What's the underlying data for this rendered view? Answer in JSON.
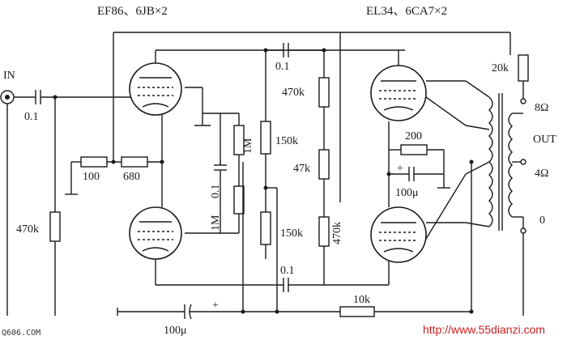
{
  "headers": {
    "left_tubes": "EF86、6JB×2",
    "right_tubes": "EL34、6CA7×2"
  },
  "labels": {
    "in": "IN",
    "out": "OUT",
    "c_in": "0.1",
    "r_grid_in": "470k",
    "r_100": "100",
    "r_680": "680",
    "c_top": "0.1",
    "r_470k_top": "470k",
    "r_1m_top": "1M",
    "r_1m_left": "1M",
    "c_mid": "0.1",
    "r_150k_top": "150k",
    "r_47k": "47k",
    "r_150k_bot": "150k",
    "r_470k_bot": "470k",
    "c_bottom": "0.1",
    "r_200": "200",
    "c_100u_mid": "100μ",
    "r_20k": "20k",
    "tap_8": "8Ω",
    "tap_4": "4Ω",
    "tap_0": "0",
    "r_10k": "10k",
    "c_100u_bottom": "100μ",
    "plus_bottom": "+",
    "plus_mid": "+"
  },
  "watermarks": {
    "left": "Q606.COM",
    "right": "http://www.55dianzi.com"
  }
}
